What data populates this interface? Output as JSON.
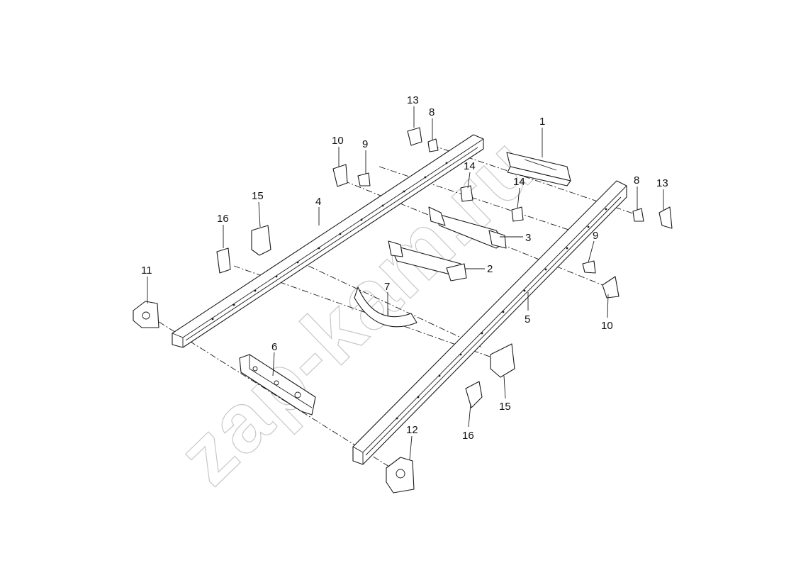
{
  "watermark": "zap-kam.ru",
  "callouts": [
    {
      "id": "c13a",
      "text": "13"
    },
    {
      "id": "c8a",
      "text": "8"
    },
    {
      "id": "c10a",
      "text": "10"
    },
    {
      "id": "c9a",
      "text": "9"
    },
    {
      "id": "c14a",
      "text": "14"
    },
    {
      "id": "c14b",
      "text": "14"
    },
    {
      "id": "c1",
      "text": "1"
    },
    {
      "id": "c8b",
      "text": "8"
    },
    {
      "id": "c13b",
      "text": "13"
    },
    {
      "id": "c15a",
      "text": "15"
    },
    {
      "id": "c16a",
      "text": "16"
    },
    {
      "id": "c4",
      "text": "4"
    },
    {
      "id": "c3",
      "text": "3"
    },
    {
      "id": "c2",
      "text": "2"
    },
    {
      "id": "c9b",
      "text": "9"
    },
    {
      "id": "c11",
      "text": "11"
    },
    {
      "id": "c7",
      "text": "7"
    },
    {
      "id": "c5",
      "text": "5"
    },
    {
      "id": "c10b",
      "text": "10"
    },
    {
      "id": "c6",
      "text": "6"
    },
    {
      "id": "c15b",
      "text": "15"
    },
    {
      "id": "c12",
      "text": "12"
    },
    {
      "id": "c16b",
      "text": "16"
    }
  ]
}
